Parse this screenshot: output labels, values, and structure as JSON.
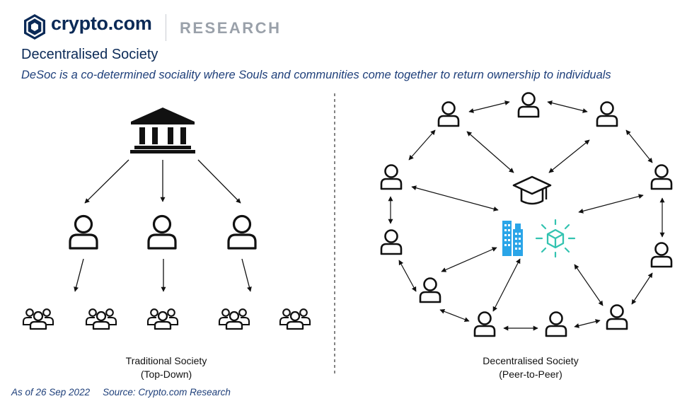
{
  "header": {
    "brand": "crypto.com",
    "section": "RESEARCH"
  },
  "title": "Decentralised Society",
  "subtitle": "DeSoc is a co-determined sociality where Souls and communities come together to return ownership to individuals",
  "left_panel": {
    "caption_line1": "Traditional Society",
    "caption_line2": "(Top-Down)",
    "icons": [
      "institution-icon",
      "person-icon",
      "group-icon"
    ]
  },
  "right_panel": {
    "caption_line1": "Decentralised Society",
    "caption_line2": "(Peer-to-Peer)",
    "icons": [
      "person-icon",
      "graduation-cap-icon",
      "office-buildings-icon",
      "blockchain-cube-icon"
    ]
  },
  "footer": {
    "date": "As of 26 Sep 2022",
    "source": "Source: Crypto.com Research"
  },
  "colors": {
    "brand_navy": "#0b2a57",
    "subtitle_blue": "#1e3f7a",
    "section_gray": "#9aa1aa",
    "buildings_blue": "#2aa5e8",
    "cube_teal": "#33c3b0"
  }
}
